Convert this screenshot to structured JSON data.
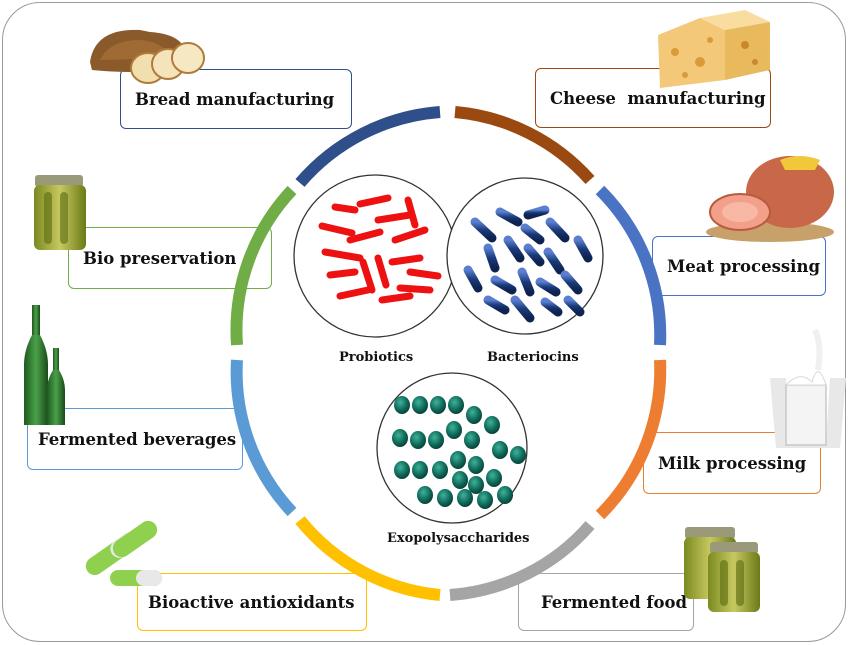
{
  "applications": {
    "bread": "Bread manufacturing",
    "cheese": "Cheese  manufacturing",
    "meat": "Meat processing",
    "bio_preservation": "Bio preservation",
    "milk": "Milk processing",
    "beverages": "Fermented beverages",
    "food": "Fermented food",
    "antioxidants": "Bioactive antioxidants"
  },
  "center": {
    "probiotics": "Probiotics",
    "bacteriocins": "Bacteriocins",
    "exopolysaccharides": "Exopolysaccharides"
  },
  "colors": {
    "bread": "#2e4f8a",
    "cheese": "#9a4a10",
    "meat": "#4a73c4",
    "milk": "#ed7d31",
    "food": "#a5a5a5",
    "antioxidants": "#ffc000",
    "beverages": "#5b9bd5",
    "bio_preservation": "#70ad47",
    "probiotics_cells": "#ee1111",
    "bacteriocins_cells": "#1a3a7a",
    "eps_cells": "#0f6a5a"
  }
}
